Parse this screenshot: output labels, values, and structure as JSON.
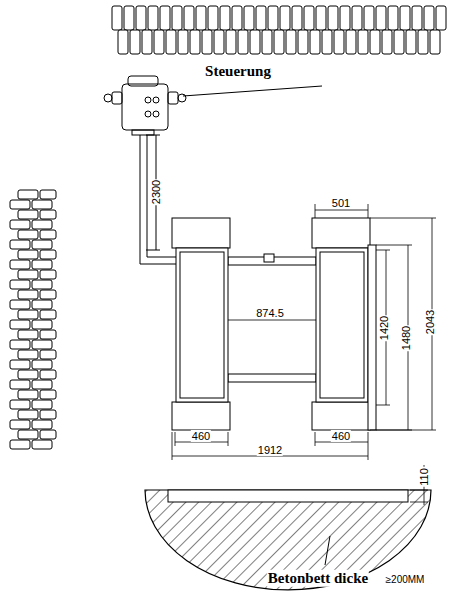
{
  "diagram": {
    "labels": [
      "Steuerung",
      "2300",
      "501",
      "874.5",
      "1420",
      "1480",
      "2043",
      "460",
      "1912",
      "460",
      "110",
      "Betonbett dicke",
      "≥200MM"
    ]
  }
}
